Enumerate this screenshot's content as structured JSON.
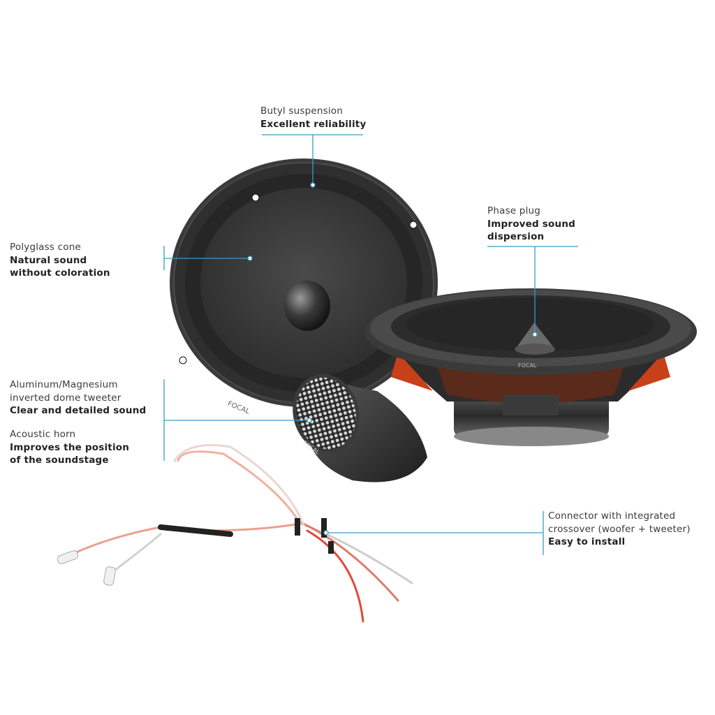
{
  "callouts": {
    "butyl": {
      "title": "Butyl suspension",
      "desc": "Excellent reliability"
    },
    "phase": {
      "title": "Phase plug",
      "desc_lines": [
        "Improved sound",
        "dispersion"
      ]
    },
    "cone": {
      "title": "Polyglass cone",
      "desc_lines": [
        "Natural sound",
        "without coloration"
      ]
    },
    "tweeter": {
      "title_lines": [
        "Aluminum/Magnesium",
        "inverted dome tweeter"
      ],
      "desc": "Clear and detailed sound"
    },
    "horn": {
      "title": "Acoustic horn",
      "desc_lines": [
        "Improves the position",
        "of the soundstage"
      ]
    },
    "connector": {
      "title_lines": [
        "Connector with integrated",
        "crossover (woofer + tweeter)"
      ],
      "desc": "Easy to install"
    }
  },
  "brand": {
    "woofer_logo": "FOCAL",
    "tweeter_logo": "FOCAL",
    "side_logo": "FOCAL"
  },
  "colors": {
    "accent_line": "#3a9cc0",
    "speaker_dark": "#2a2a2a",
    "basket_red": "#c8401a"
  }
}
